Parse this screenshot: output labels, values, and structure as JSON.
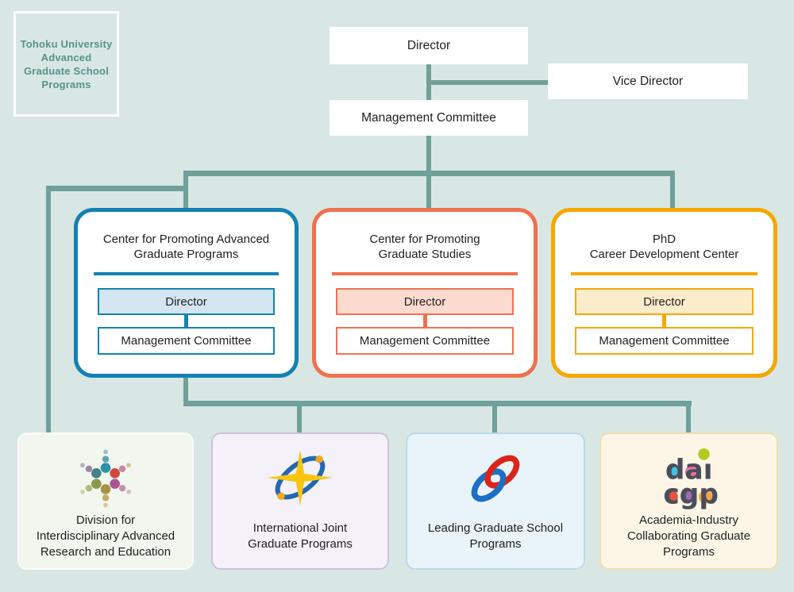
{
  "palette": {
    "background": "#d9e7e4",
    "connector_line": "#6fa09a",
    "text": "#1f1f1f",
    "brand_text": "#55938a",
    "center1_accent": "#1581b3",
    "center1_director_fill": "#d3e6f1",
    "center2_accent": "#f0714f",
    "center2_director_fill": "#fcdacf",
    "center3_accent": "#f6a700",
    "center3_director_fill": "#fdeccc"
  },
  "brand": {
    "logo_text": "Tohoku University\nAdvanced\nGraduate School\nPrograms"
  },
  "top": {
    "director": "Director",
    "vice_director": "Vice Director",
    "management_committee": "Management Committee"
  },
  "centers": [
    {
      "title": "Center for Promoting Advanced\nGraduate Programs",
      "director_label": "Director",
      "committee_label": "Management Committee",
      "accent": "#1581b3"
    },
    {
      "title": "Center for Promoting\nGraduate Studies",
      "director_label": "Director",
      "committee_label": "Management Committee",
      "accent": "#f0714f"
    },
    {
      "title": "PhD\nCareer Development Center",
      "director_label": "Director",
      "committee_label": "Management Committee",
      "accent": "#f6a700"
    }
  ],
  "programs": [
    {
      "label": "Division for\nInterdisciplinary Advanced\nResearch and Education",
      "icon": "starburst-dots-logo",
      "bg": "#f1f6ee"
    },
    {
      "label": "International Joint\nGraduate Programs",
      "icon": "star-orbit-logo",
      "bg": "#f4f1f8"
    },
    {
      "label": "Leading Graduate School\nPrograms",
      "icon": "interlocked-rings-logo",
      "bg": "#e9f3fa"
    },
    {
      "label": "Academia-Industry\nCollaborating Graduate\nPrograms",
      "icon": "daicgp-logo",
      "bg": "#fdf6e7"
    }
  ]
}
